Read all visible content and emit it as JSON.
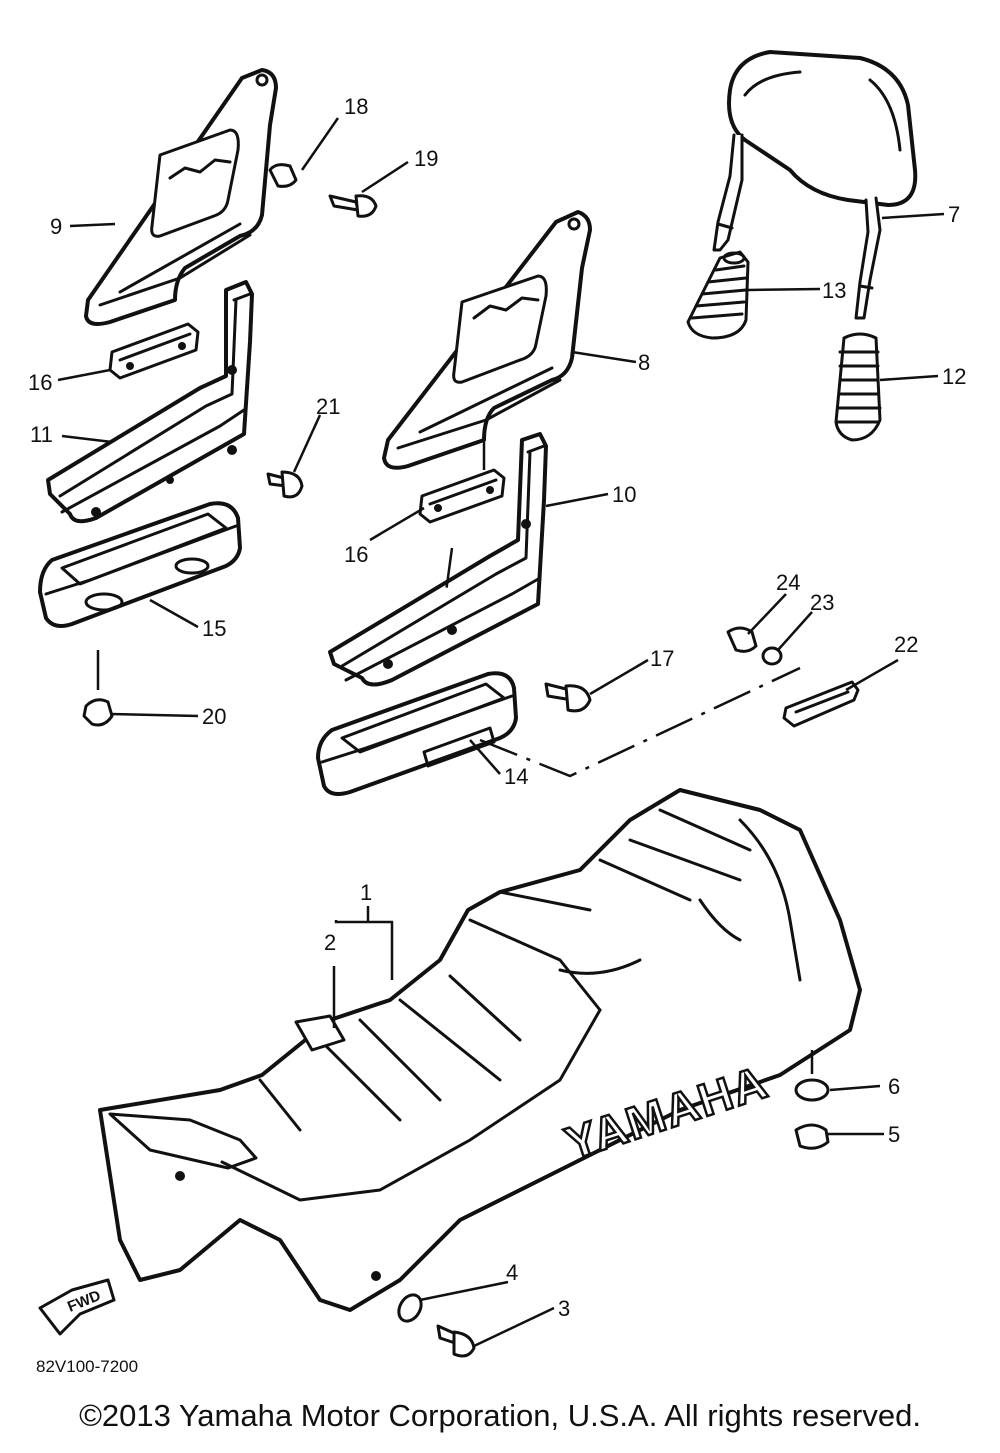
{
  "callouts": {
    "c1": "1",
    "c2": "2",
    "c3": "3",
    "c4": "4",
    "c5": "5",
    "c6": "6",
    "c7": "7",
    "c8": "8",
    "c9": "9",
    "c10": "10",
    "c11": "11",
    "c12": "12",
    "c13": "13",
    "c14": "14",
    "c15": "15",
    "c16a": "16",
    "c16b": "16",
    "c17": "17",
    "c18": "18",
    "c19": "19",
    "c20": "20",
    "c21": "21",
    "c22": "22",
    "c23": "23",
    "c24": "24"
  },
  "seat_brand": "YAMAHA",
  "fwd_label": "FWD",
  "diagram_code": "82V100-7200",
  "copyright": "©2013 Yamaha Motor Corporation, U.S.A. All rights reserved.",
  "colors": {
    "ink": "#111111",
    "paper": "#ffffff"
  }
}
